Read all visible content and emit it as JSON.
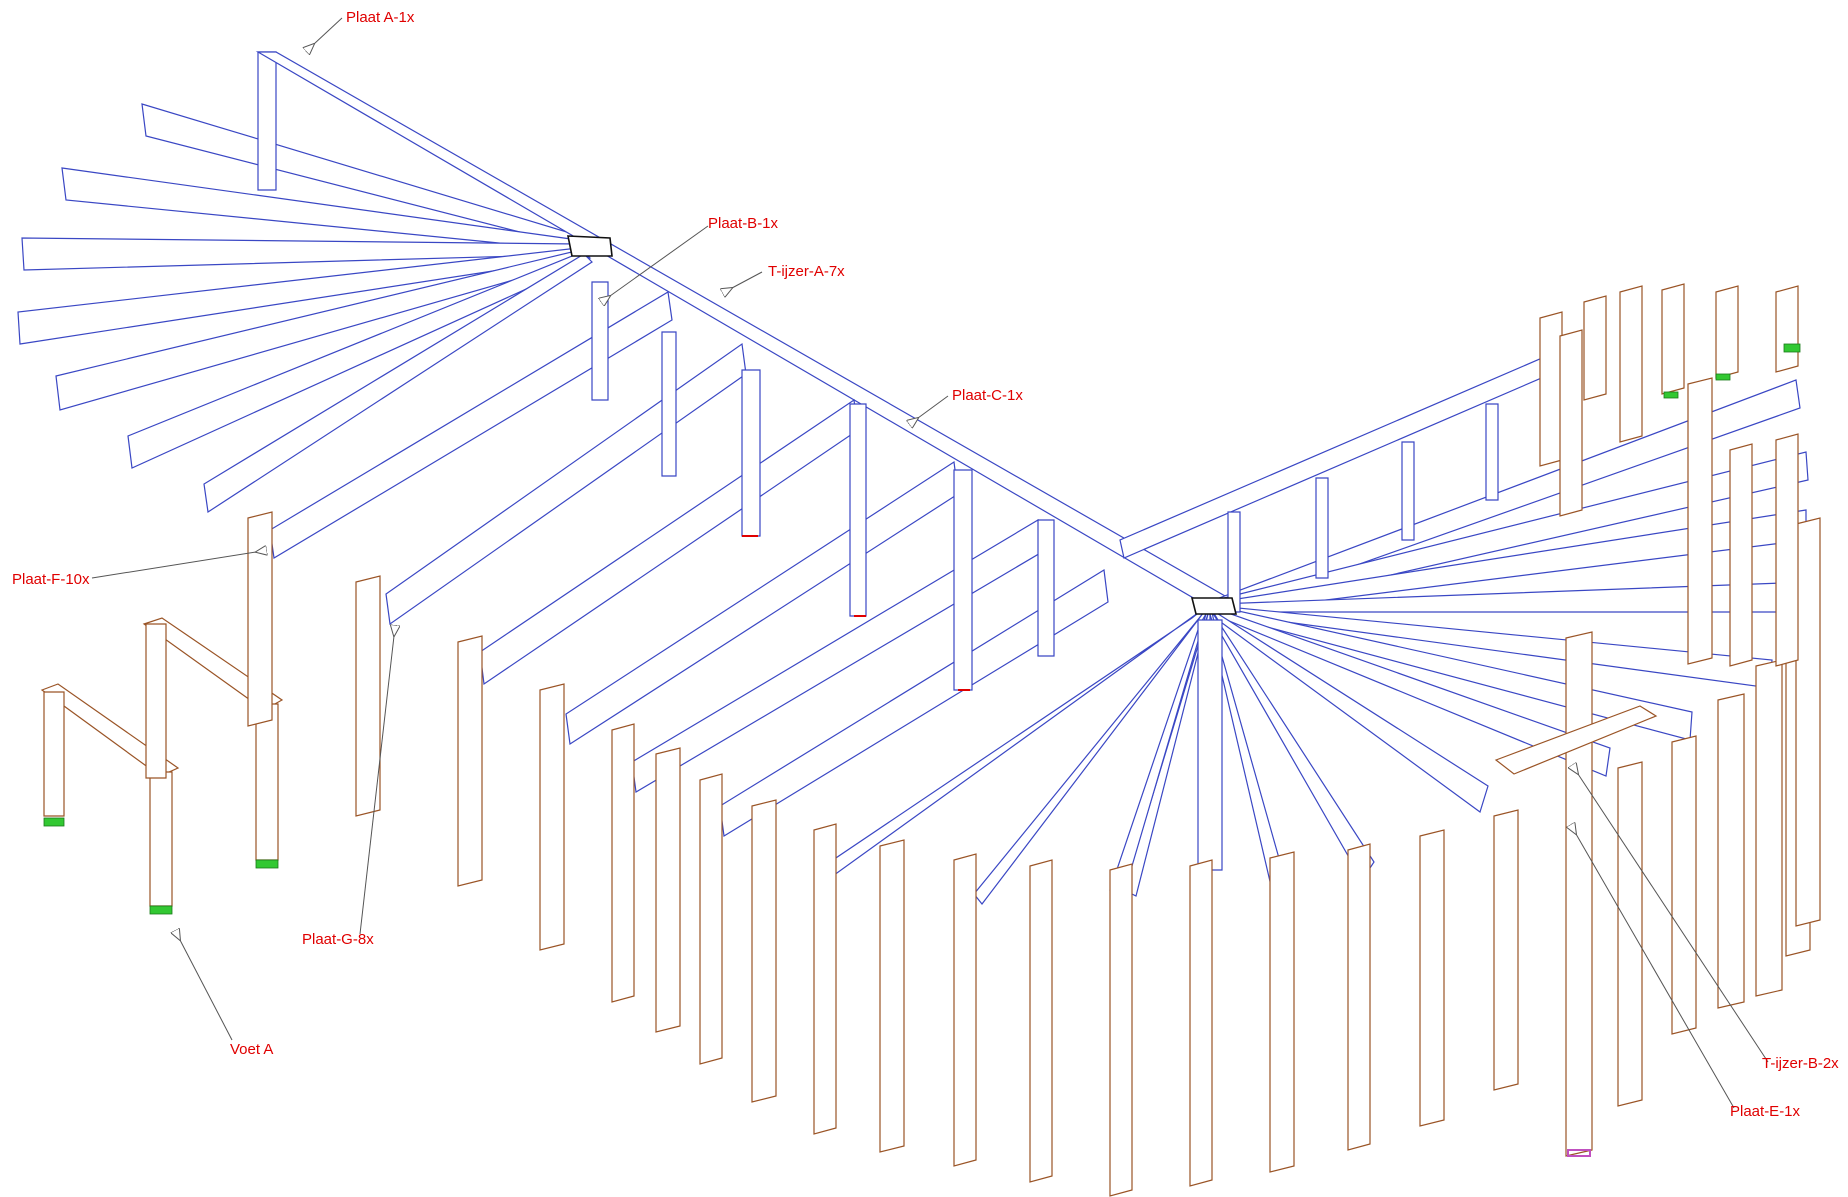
{
  "drawing": {
    "colors": {
      "steel": "#3a47c4",
      "timber": "#9a5426",
      "label": "#e00000",
      "leader": "#555555",
      "foot": "#32c832",
      "plate": "#c050c0"
    },
    "labels": [
      {
        "id": "plaat-a",
        "text": "Plaat A-1x"
      },
      {
        "id": "plaat-b",
        "text": "Plaat-B-1x"
      },
      {
        "id": "t-ijzer-a",
        "text": "T-ijzer-A-7x"
      },
      {
        "id": "plaat-c",
        "text": "Plaat-C-1x"
      },
      {
        "id": "plaat-f",
        "text": "Plaat-F-10x"
      },
      {
        "id": "plaat-g",
        "text": "Plaat-G-8x"
      },
      {
        "id": "voet-a",
        "text": "Voet A"
      },
      {
        "id": "t-ijzer-b",
        "text": "T-ijzer-B-2x"
      },
      {
        "id": "plaat-e",
        "text": "Plaat-E-1x"
      }
    ]
  }
}
